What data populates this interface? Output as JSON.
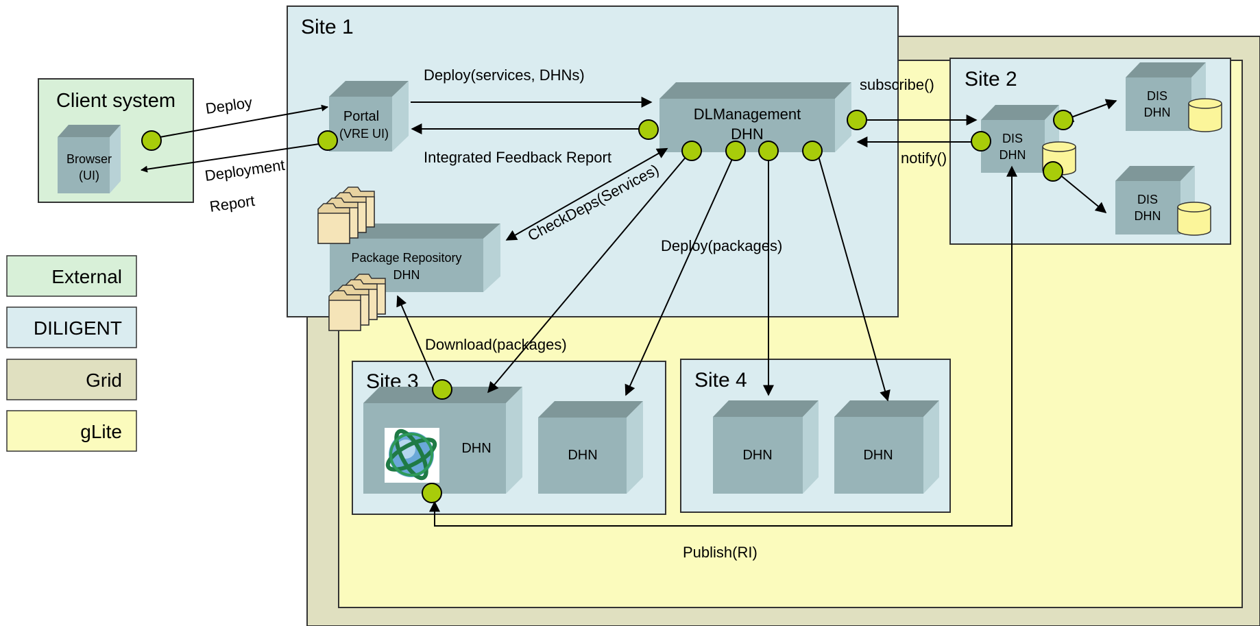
{
  "sites": {
    "site1": "Site 1",
    "site2": "Site 2",
    "site3": "Site 3",
    "site4": "Site 4"
  },
  "client": {
    "title": "Client system",
    "browser_line1": "Browser",
    "browser_line2": "(UI)"
  },
  "nodes": {
    "portal_line1": "Portal",
    "portal_line2": "(VRE UI)",
    "dlm_line1": "DLManagement",
    "dlm_line2": "DHN",
    "pkgrepo_line1": "Package Repository",
    "pkgrepo_line2": "DHN",
    "dis_line1": "DIS",
    "dis_line2": "DHN",
    "dhn": "DHN"
  },
  "labels": {
    "deploy": "Deploy",
    "deployment_report_1": "Deployment",
    "deployment_report_2": "Report",
    "deploy_services": "Deploy(services, DHNs)",
    "integrated_feedback": "Integrated Feedback Report",
    "checkdeps": "CheckDeps(Services)",
    "deploy_packages": "Deploy(packages)",
    "download_packages": "Download(packages)",
    "subscribe": "subscribe()",
    "notify": "notify()",
    "publish": "Publish(RI)"
  },
  "legend": [
    {
      "label": "External",
      "color": "#d8f0d8"
    },
    {
      "label": "DILIGENT",
      "color": "#daecf0"
    },
    {
      "label": "Grid",
      "color": "#e0e0c0"
    },
    {
      "label": "gLite",
      "color": "#fbfbbd"
    }
  ],
  "colors": {
    "external": "#d8f0d8",
    "diligent": "#daecf0",
    "grid": "#e0e0c0",
    "glite": "#fbfbbd",
    "connector": "#a8cc0a",
    "node_front": "#98b4b8",
    "node_top": "#7f9799",
    "node_side": "#b8d2d6"
  }
}
